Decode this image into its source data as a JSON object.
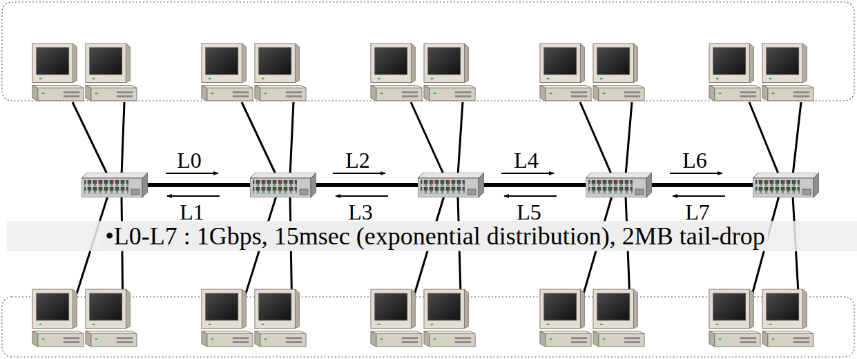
{
  "diagram": {
    "labels": [
      "L0",
      "L2",
      "L4",
      "L6",
      "L1",
      "L3",
      "L5",
      "L7",
      "•L0-L7 : 1Gbps, 15msec (exponential distribution), 2MB tail-drop"
    ]
  }
}
